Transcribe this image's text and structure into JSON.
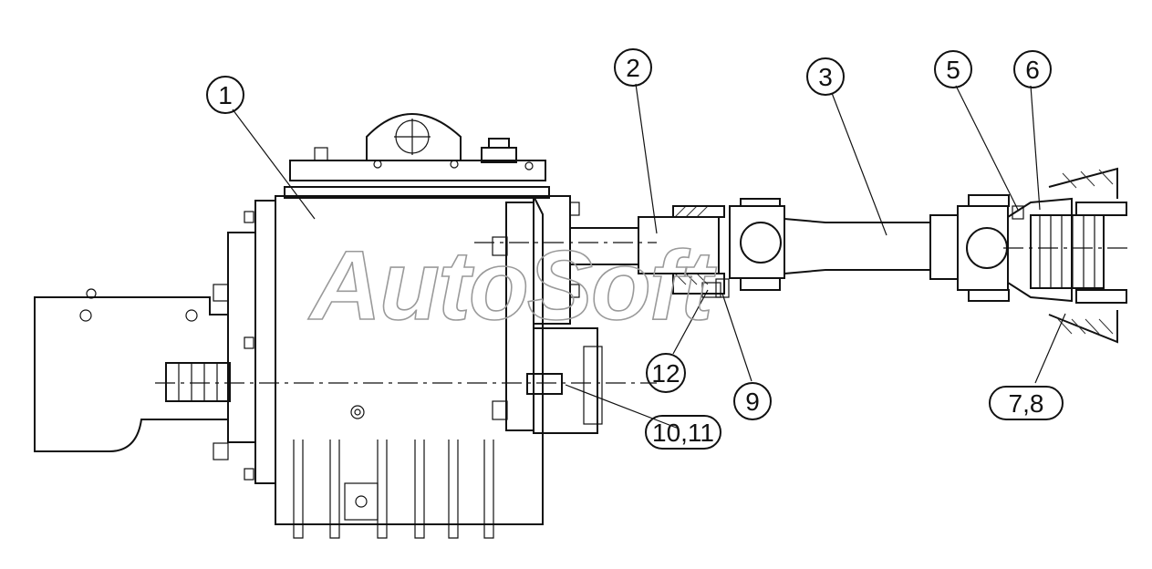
{
  "watermark": "AutoSoft",
  "callouts": [
    {
      "id": "c1",
      "label": "1"
    },
    {
      "id": "c2",
      "label": "2"
    },
    {
      "id": "c3",
      "label": "3"
    },
    {
      "id": "c5",
      "label": "5"
    },
    {
      "id": "c6",
      "label": "6"
    },
    {
      "id": "c12",
      "label": "12"
    },
    {
      "id": "c9",
      "label": "9"
    },
    {
      "id": "c1011",
      "label": "10,11"
    },
    {
      "id": "c78",
      "label": "7,8"
    }
  ]
}
